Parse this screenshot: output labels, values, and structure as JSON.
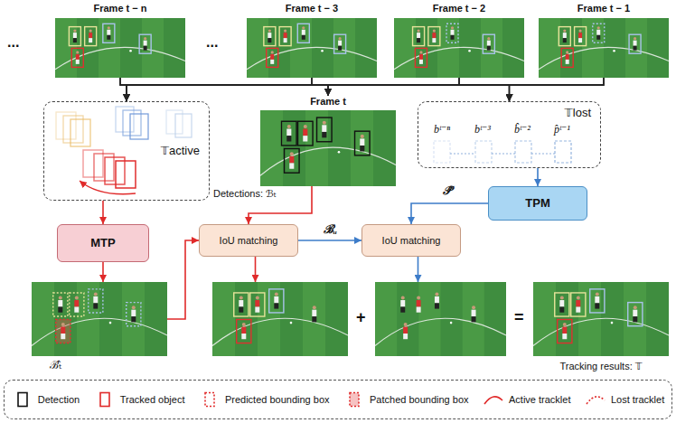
{
  "diagram": {
    "nodes": [
      {
        "text": [
          "Frame t − n"
        ]
      },
      {
        "text": [
          "Frame t − 3"
        ]
      },
      {
        "text": [
          "Frame t − 2"
        ]
      },
      {
        "text": [
          "Frame t − 1"
        ]
      },
      {
        "text": [
          "𝕋active"
        ]
      },
      {
        "text": [
          "Frame t"
        ]
      },
      {
        "text": [
          "𝕋lost"
        ]
      },
      {
        "text": [
          "TPM"
        ]
      },
      {
        "text": [
          "MTP"
        ]
      },
      {
        "text": [
          "IoU matching"
        ]
      },
      {
        "text": [
          "IoU matching"
        ]
      },
      {
        "text": [
          "ℬ̂ₜ"
        ]
      },
      {
        "text": []
      },
      {
        "text": []
      },
      {
        "text": [
          "Tracking results: 𝕋"
        ]
      }
    ],
    "edges": [
      {
        "from": 0,
        "to": 4,
        "arrow": "to"
      },
      {
        "from": 0,
        "to": 5,
        "arrow": "to"
      },
      {
        "from": 0,
        "to": 6,
        "arrow": "to"
      },
      {
        "from": 1,
        "to": 4,
        "arrow": "to"
      },
      {
        "from": 1,
        "to": 5,
        "arrow": "to"
      },
      {
        "from": 1,
        "to": 6,
        "arrow": "to"
      },
      {
        "from": 2,
        "to": 4,
        "arrow": "to"
      },
      {
        "from": 2,
        "to": 5,
        "arrow": "to"
      },
      {
        "from": 2,
        "to": 6,
        "arrow": "to"
      },
      {
        "from": 3,
        "to": 4,
        "arrow": "to"
      },
      {
        "from": 3,
        "to": 5,
        "arrow": "to"
      },
      {
        "from": 3,
        "to": 6,
        "arrow": "to"
      },
      {
        "from": 4,
        "to": 8,
        "arrow": "to"
      },
      {
        "from": 8,
        "to": 11,
        "arrow": "to"
      },
      {
        "from": 11,
        "to": 9,
        "arrow": "to"
      },
      {
        "from": 5,
        "to": 9,
        "arrow": "to"
      },
      {
        "from": 9,
        "to": 10,
        "label": "ℬᵤ",
        "arrow": "to"
      },
      {
        "from": 6,
        "to": 7,
        "arrow": "to"
      },
      {
        "from": 7,
        "to": 10,
        "label": "𝒫̂",
        "arrow": "to"
      },
      {
        "from": 9,
        "to": 12,
        "arrow": "to"
      },
      {
        "from": 10,
        "to": 13,
        "arrow": "to"
      }
    ],
    "labels": [
      "...",
      "...",
      "Detections: ℬₜ",
      "bᵗ⁻ⁿ",
      "bᵗ⁻³",
      "b̂ᵗ⁻²",
      "p̂ᵗ⁻¹",
      "+",
      "="
    ],
    "legend": [
      {
        "text": "Detection"
      },
      {
        "text": "Tracked object"
      },
      {
        "text": "Predicted bounding box"
      },
      {
        "text": "Patched bounding box"
      },
      {
        "text": "Active tracklet"
      },
      {
        "text": "Lost tracklet"
      }
    ]
  }
}
